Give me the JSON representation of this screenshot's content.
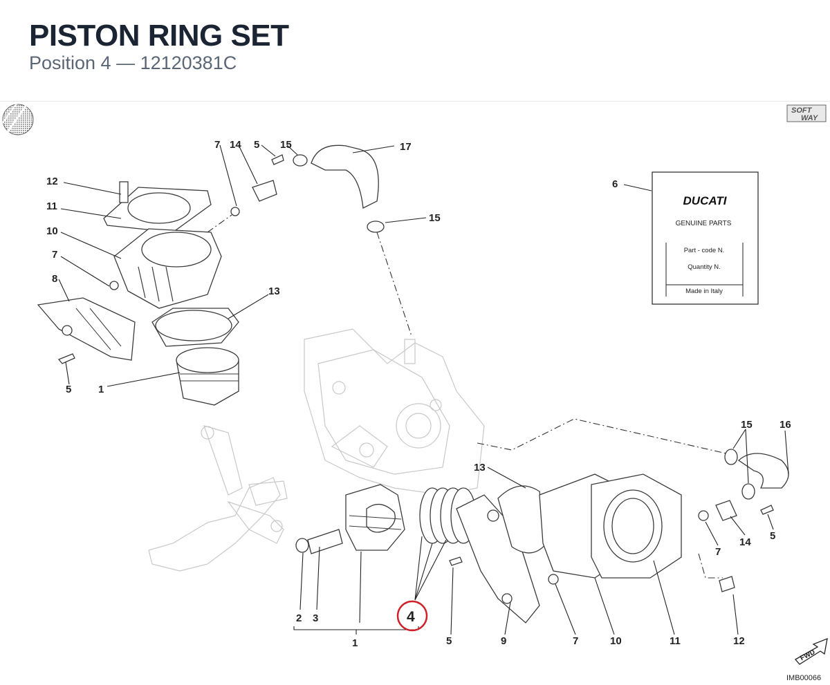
{
  "header": {
    "title": "PISTON RING SET",
    "subtitle": "Position 4 — 12120381C"
  },
  "logo": {
    "line1": "SOFT",
    "line2": "WAY"
  },
  "parts_box": {
    "brand": "DUCATI",
    "genuine": "GENUINE PARTS",
    "part_code": "Part - code N.",
    "quantity": "Quantity N.",
    "made_in": "Made in Italy"
  },
  "callouts": {
    "c7a": "7",
    "c14a": "14",
    "c5a": "5",
    "c15a": "15",
    "c17": "17",
    "c12a": "12",
    "c11a": "11",
    "c10a": "10",
    "c7b": "7",
    "c8": "8",
    "c13a": "13",
    "c5b": "5",
    "c1a": "1",
    "c15b": "15",
    "c6": "6",
    "c15c": "15",
    "c16": "16",
    "c13b": "13",
    "c7c": "7",
    "c14b": "14",
    "c5c": "5",
    "c2": "2",
    "c3": "3",
    "c4": "4",
    "c1b": "1",
    "c5d": "5",
    "c9": "9",
    "c7d": "7",
    "c10b": "10",
    "c11b": "11",
    "c12b": "12"
  },
  "fwd_label": "FWD",
  "image_code": "IMB00066",
  "highlight_color": "#d0202a"
}
